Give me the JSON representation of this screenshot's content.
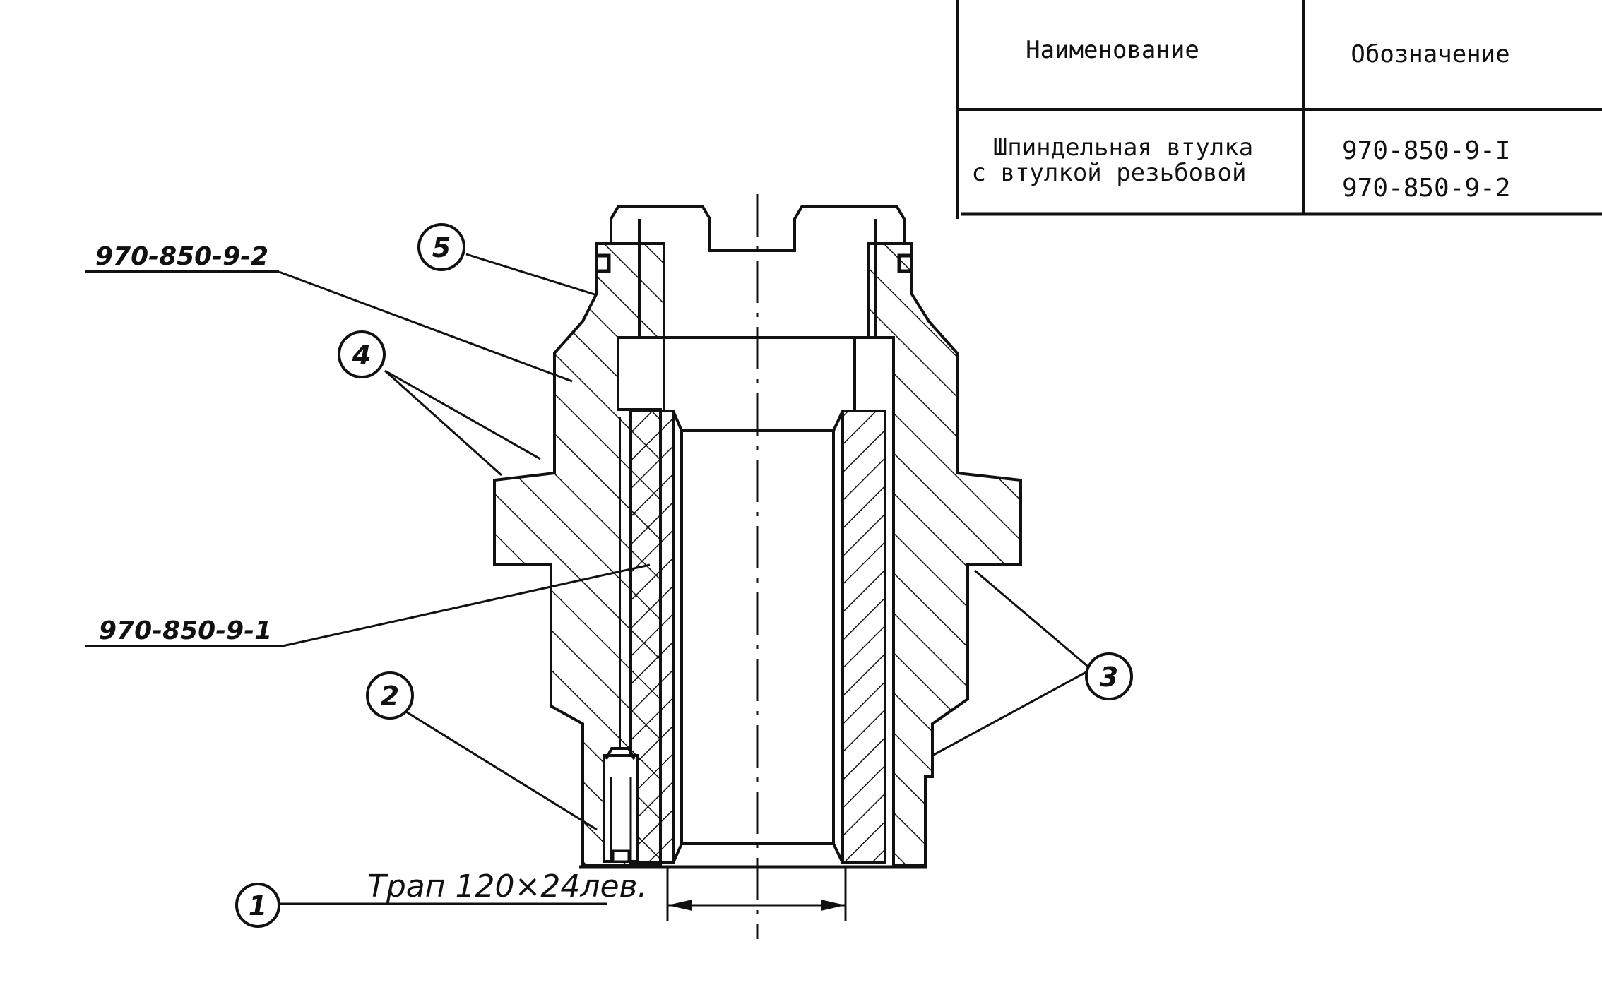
{
  "table": {
    "headers": [
      "Наименование",
      "Обозначение"
    ],
    "row": {
      "name_lines": [
        "Шпиндельная втулка",
        "с втулкой резьбовой"
      ],
      "designations": [
        "970-850-9-I",
        "970-850-9-2"
      ]
    }
  },
  "labels": {
    "part_upper": "970-850-9-2",
    "part_lower": "970-850-9-1",
    "thread": "Трап 120×24лев."
  },
  "callouts": [
    "1",
    "2",
    "3",
    "4",
    "5"
  ]
}
